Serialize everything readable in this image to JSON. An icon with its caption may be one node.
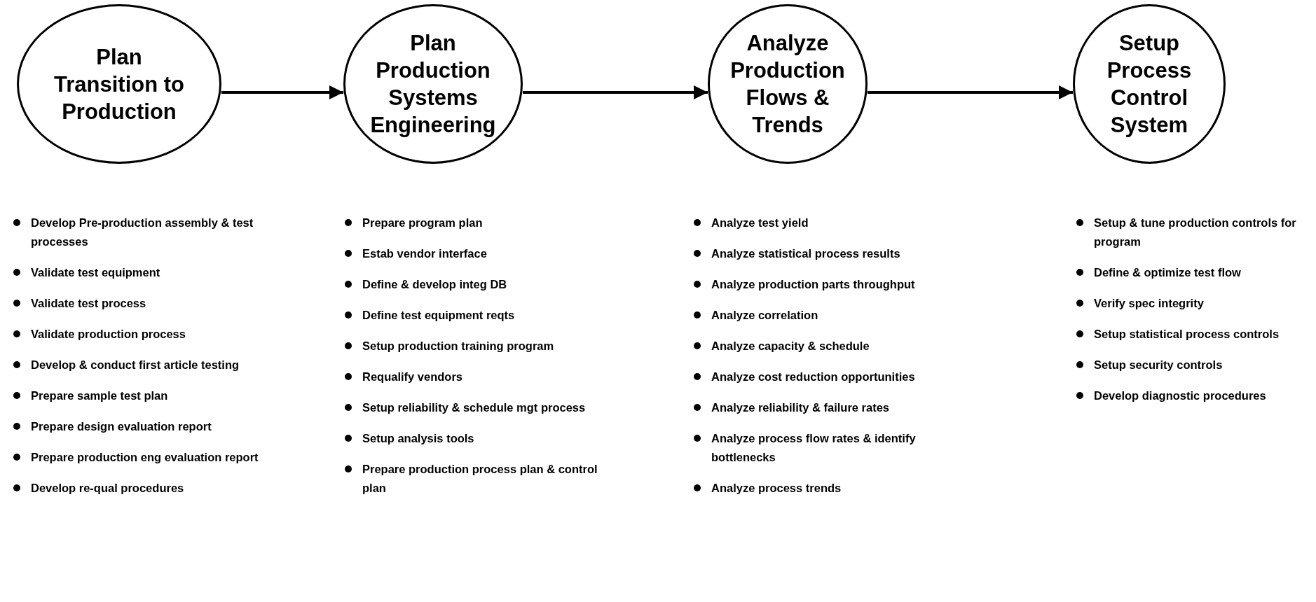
{
  "diagram": {
    "nodes": [
      {
        "text": [
          "Plan Transition to Production"
        ],
        "beside": [
          "Develop Pre-production assembly & test processes",
          "Validate test equipment",
          "Validate test process",
          "Validate production process",
          "Develop & conduct first article testing",
          "Prepare sample test plan",
          "Prepare design evaluation report",
          "Prepare production eng evaluation report",
          "Develop re-qual procedures"
        ]
      },
      {
        "text": [
          "Plan Production Systems Engineering"
        ],
        "beside": [
          "Prepare program plan",
          "Estab vendor interface",
          "Define & develop integ DB",
          "Define test equipment reqts",
          "Setup production training program",
          "Requalify vendors",
          "Setup reliability & schedule mgt process",
          "Setup analysis tools",
          "Prepare production process plan & control plan"
        ]
      },
      {
        "text": [
          "Analyze Production Flows & Trends"
        ],
        "beside": [
          "Analyze test yield",
          "Analyze statistical process results",
          "Analyze production parts throughput",
          "Analyze correlation",
          "Analyze capacity & schedule",
          "Analyze cost reduction opportunities",
          "Analyze reliability & failure rates",
          "Analyze process flow rates & identify bottlenecks",
          "Analyze process trends"
        ]
      },
      {
        "text": [
          "Setup Process Control System"
        ],
        "beside": [
          "Setup & tune production controls for program",
          "Define & optimize test flow",
          "Verify spec integrity",
          "Setup statistical process controls",
          "Setup security controls",
          "Develop diagnostic procedures"
        ]
      }
    ],
    "edges": [
      {
        "from": 0,
        "to": 1,
        "arrow": "to"
      },
      {
        "from": 1,
        "to": 2,
        "arrow": "to"
      },
      {
        "from": 2,
        "to": 3,
        "arrow": "to"
      }
    ]
  }
}
